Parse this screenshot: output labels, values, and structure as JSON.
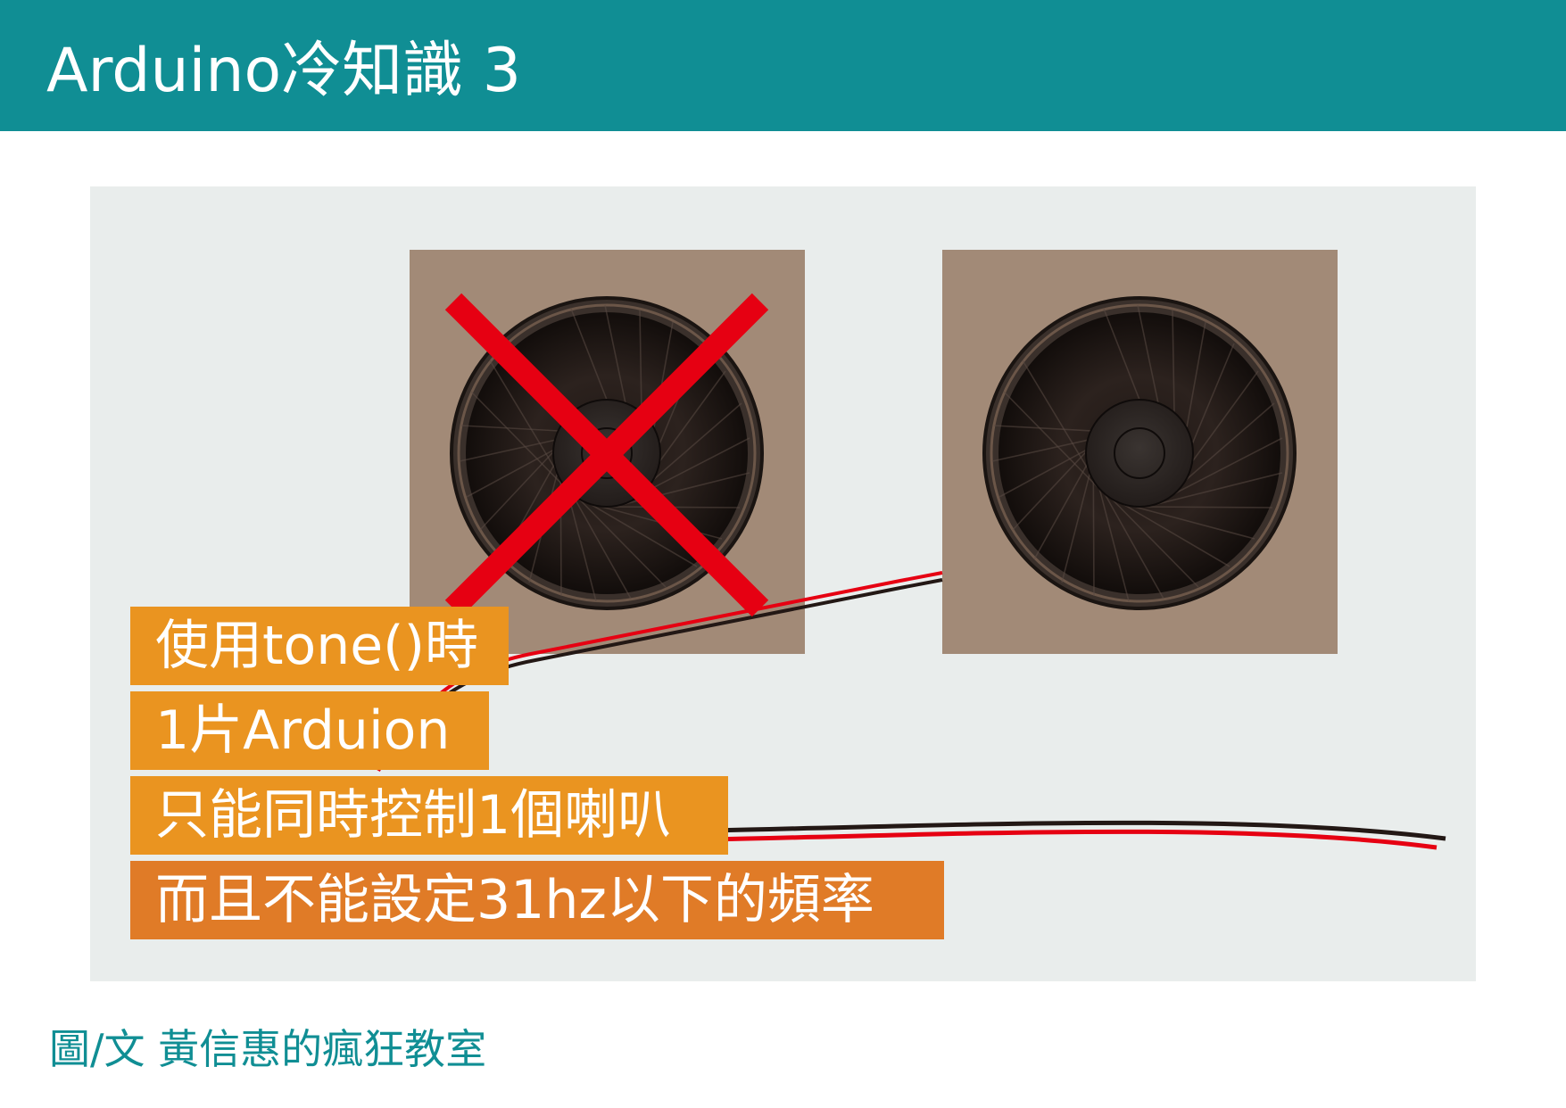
{
  "header": {
    "title": "Arduino冷知識 3",
    "background_color": "#108e94"
  },
  "illustration": {
    "speakers": [
      {
        "state": "crossed-out",
        "icon": "speaker-icon",
        "mark": "red-x-icon"
      },
      {
        "state": "active",
        "icon": "speaker-icon"
      }
    ],
    "colors": {
      "board": "#a28a77",
      "cross": "#e60012",
      "wire_red": "#e60012",
      "wire_black": "#231815"
    }
  },
  "labels": [
    {
      "text": "使用tone()時",
      "color": "#ea9420"
    },
    {
      "text": "1片Arduion",
      "color": "#ea9420"
    },
    {
      "text": "只能同時控制1個喇叭",
      "color": "#ea9420"
    },
    {
      "text": "而且不能設定31hz以下的頻率",
      "color": "#e07b27"
    }
  ],
  "footer": {
    "credit": "圖/文  黃信惠的瘋狂教室",
    "color": "#108e94"
  }
}
